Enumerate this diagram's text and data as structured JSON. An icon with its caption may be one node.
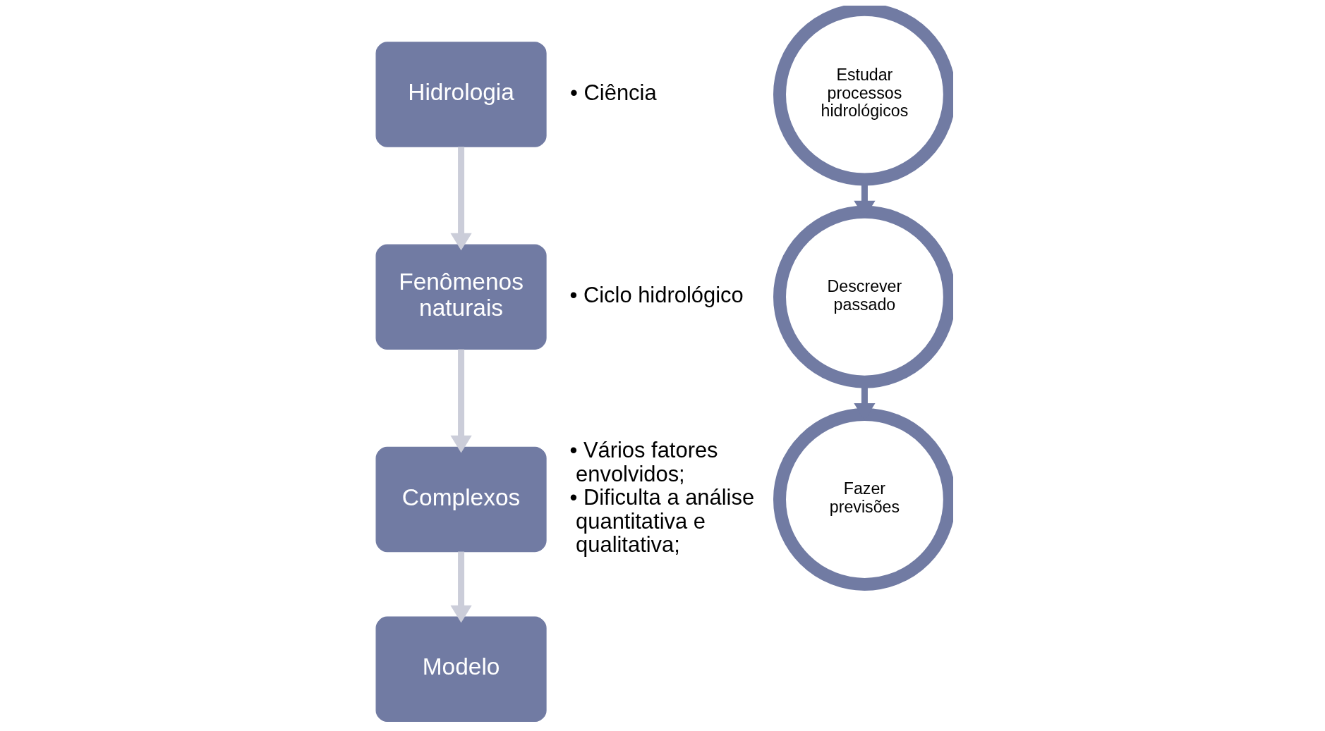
{
  "diagram": {
    "nodes": [
      {
        "text": [
          "Hidrologia"
        ],
        "beside": [
          "• Ciência"
        ]
      },
      {
        "text": [
          "Fenômenos naturais"
        ],
        "beside": [
          "• Ciclo hidrológico"
        ]
      },
      {
        "text": [
          "Complexos"
        ],
        "beside": [
          "• Vários fatores envolvidos;",
          "• Dificulta a análise quantitativa e qualitativa;"
        ]
      },
      {
        "text": [
          "Modelo"
        ]
      },
      {
        "text": [
          "Estudar processos hidrológicos"
        ]
      },
      {
        "text": [
          "Descrever passado"
        ]
      },
      {
        "text": [
          "Fazer previsões"
        ]
      }
    ],
    "edges": [
      {
        "from": 0,
        "to": 1,
        "arrow": "to"
      },
      {
        "from": 1,
        "to": 2,
        "arrow": "to"
      },
      {
        "from": 2,
        "to": 3,
        "arrow": "to"
      },
      {
        "from": 4,
        "to": 5,
        "arrow": "to",
        "color": "#717ba3"
      },
      {
        "from": 5,
        "to": 6,
        "arrow": "to",
        "color": "#717ba3"
      }
    ]
  }
}
